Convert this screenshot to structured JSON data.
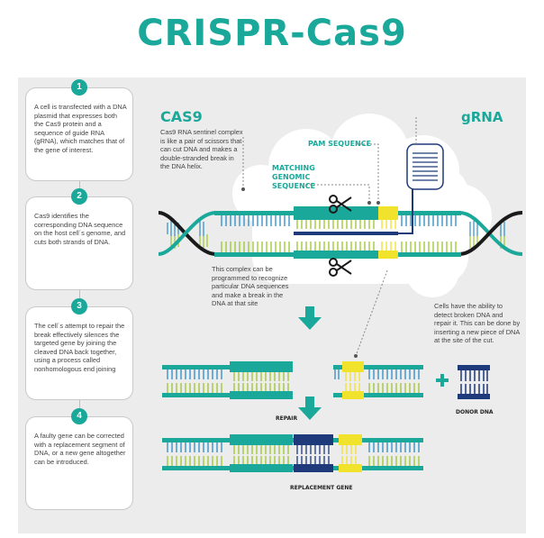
{
  "title": "CRISPR-Cas9",
  "steps": [
    {
      "num": "1",
      "text": "A cell is transfected with a DNA plasmid that expresses both the Cas9 protein and a sequence of guide RNA (gRNA), which matches that of the gene of interest."
    },
    {
      "num": "2",
      "text": "Cas9 identifies the corresponding DNA sequence on the host cell´s genome, and cuts both strands of DNA."
    },
    {
      "num": "3",
      "text": "The cell´s attempt to repair the break effectively silences the targeted gene by joining the cleaved DNA back together, using a process called nonhomologous end joining"
    },
    {
      "num": "4",
      "text": "A faulty gene can be corrected with a replacement segment of DNA, or a new gene altogether can be introduced."
    }
  ],
  "cas9": {
    "heading": "CAS9",
    "text": "Cas9 RNA sentinel complex is like a pair of scissors that can cut DNA and makes a double-stranded break in the DNA helix."
  },
  "grna": {
    "heading": "gRNA"
  },
  "pam_label": "PAM SEQUENCE",
  "matching_label": "MATCHING GENOMIC SEQUENCE",
  "complex_text": "This complex can be programmed to recognize particular DNA sequences and make a break in the DNA at that site",
  "cells_text": "Cells have the ability to detect broken DNA and repair it. This can be done by inserting a new piece of DNA at the site of the cut.",
  "repair_label": "REPAIR",
  "donor_label": "DONOR DNA",
  "replacement_label": "REPLACEMENT GENE",
  "colors": {
    "teal": "#1aa89a",
    "navy": "#1f3a7a",
    "lime": "#9cc530",
    "yellow": "#f1e22b",
    "blue": "#2b8bc6",
    "gray_bg": "#ececec"
  }
}
